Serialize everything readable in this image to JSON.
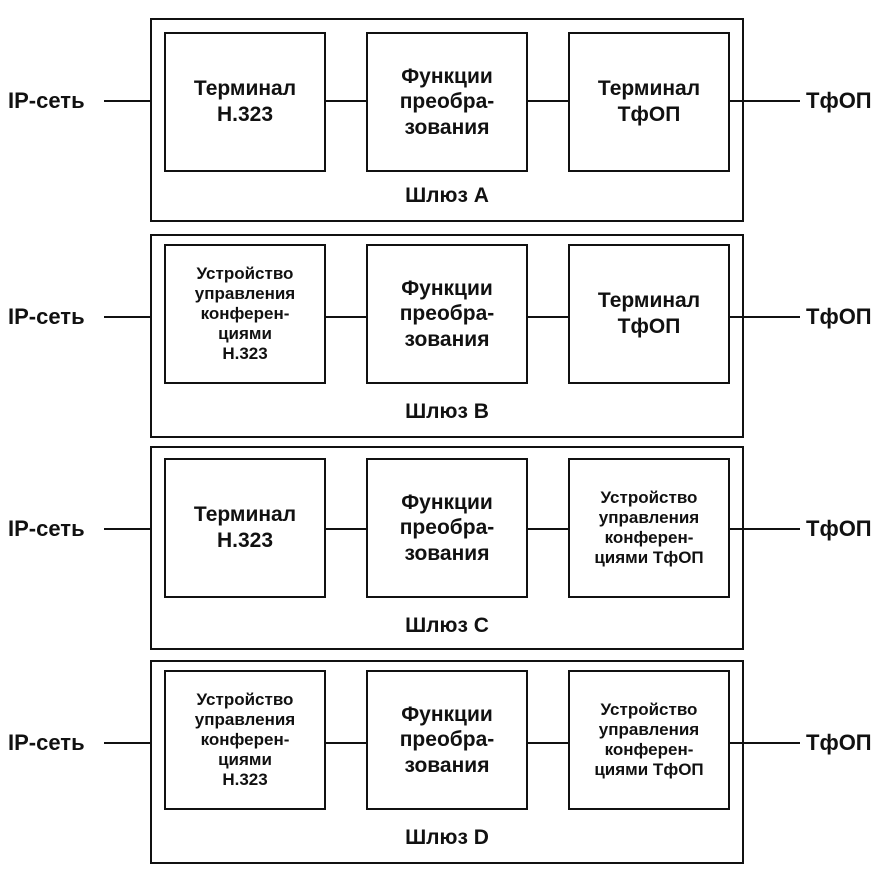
{
  "gateways": [
    {
      "label": "Шлюз А",
      "left_network": "IP-сеть",
      "right_network": "ТфОП",
      "blocks": [
        "Терминал\nН.323",
        "Функции\nпреобра-\nзования",
        "Терминал\nТфОП"
      ]
    },
    {
      "label": "Шлюз В",
      "left_network": "IP-сеть",
      "right_network": "ТфОП",
      "blocks": [
        "Устройство\nуправления\nконферен-\nциями\nН.323",
        "Функции\nпреобра-\nзования",
        "Терминал\nТфОП"
      ]
    },
    {
      "label": "Шлюз С",
      "left_network": "IP-сеть",
      "right_network": "ТфОП",
      "blocks": [
        "Терминал\nН.323",
        "Функции\nпреобра-\nзования",
        "Устройство\nуправления\nконферен-\nциями ТфОП"
      ]
    },
    {
      "label": "Шлюз D",
      "left_network": "IP-сеть",
      "right_network": "ТфОП",
      "blocks": [
        "Устройство\nуправления\nконферен-\nциями\nН.323",
        "Функции\nпреобра-\nзования",
        "Устройство\nуправления\nконферен-\nциями ТфОП"
      ]
    }
  ]
}
